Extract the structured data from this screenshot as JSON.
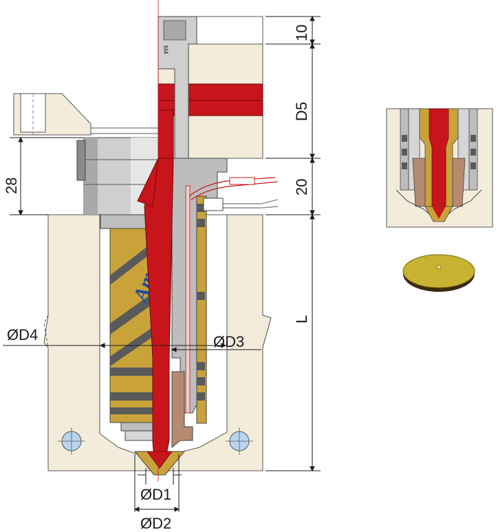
{
  "drawing": {
    "brand_text": "Amold",
    "thread_label": "M4",
    "dimensions": {
      "top_plate": "10",
      "d5": "D5",
      "mid": "20",
      "clamp_height": "28",
      "length": "L",
      "d1": "ØD1",
      "d2": "ØD2",
      "d3": "ØD3",
      "d4": "ØD4"
    }
  },
  "colors": {
    "plate": "#f3ecdb",
    "melt": "#c8151b",
    "heater": "#c9a23a",
    "steel_light": "#d3d3d3",
    "steel_dark": "#8a8a8a",
    "copper": "#b58a70",
    "insert_ring": "#c7b232",
    "cooling_hole": "#b9d5ee"
  }
}
